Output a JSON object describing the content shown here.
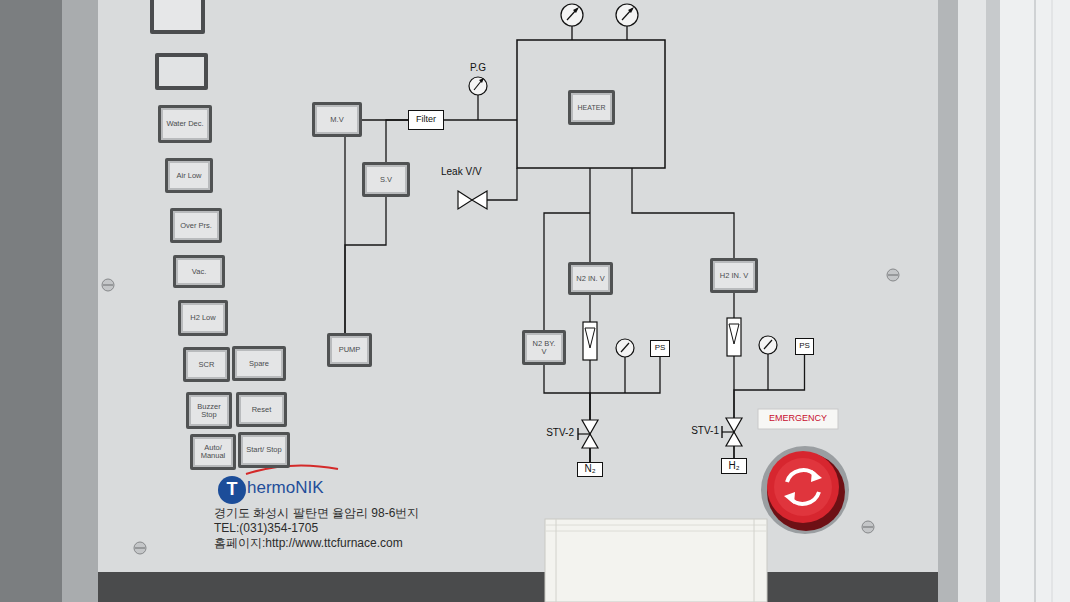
{
  "diagram": {
    "nodes": [
      {
        "text": [
          "Water Dec."
        ]
      },
      {
        "text": [
          "Air Low"
        ]
      },
      {
        "text": [
          "Over Prs."
        ]
      },
      {
        "text": [
          "Vac."
        ]
      },
      {
        "text": [
          "H2 Low"
        ]
      },
      {
        "text": [
          "SCR"
        ]
      },
      {
        "text": [
          "Spare"
        ]
      },
      {
        "text": [
          "Buzzer Stop"
        ]
      },
      {
        "text": [
          "Reset"
        ]
      },
      {
        "text": [
          "Auto/ Manual"
        ]
      },
      {
        "text": [
          "Start/ Stop"
        ]
      },
      {
        "text": [
          "HEATER"
        ]
      },
      {
        "text": [
          "M.V"
        ]
      },
      {
        "text": [
          "Filter"
        ]
      },
      {
        "text": [
          "S.V"
        ]
      },
      {
        "text": [
          "N2 IN. V"
        ]
      },
      {
        "text": [
          "H2 IN. V"
        ]
      },
      {
        "text": [
          "PUMP"
        ]
      },
      {
        "text": [
          "N2 BY. V"
        ]
      },
      {
        "text": [
          "PS"
        ]
      },
      {
        "text": [
          "PS"
        ]
      },
      {
        "text": [
          "N₂"
        ]
      },
      {
        "text": [
          "H₂"
        ]
      }
    ],
    "edges": [
      {
        "from": 17,
        "to": 12,
        "arrow": "none"
      },
      {
        "from": 12,
        "to": 13,
        "arrow": "none"
      },
      {
        "from": 17,
        "to": 14,
        "arrow": "none"
      },
      {
        "from": 14,
        "to": 13,
        "arrow": "none"
      },
      {
        "from": 15,
        "to": 21,
        "arrow": "none"
      },
      {
        "from": 18,
        "to": 21,
        "arrow": "none"
      },
      {
        "from": 19,
        "to": 21,
        "arrow": "none"
      },
      {
        "from": 16,
        "to": 22,
        "arrow": "none"
      },
      {
        "from": 20,
        "to": 22,
        "arrow": "none"
      }
    ],
    "labels": [
      "P.G",
      "Leak V/V",
      "STV-2",
      "STV-1",
      "EMERGENCY",
      "T",
      "hermoNIK",
      "경기도 화성시 팔탄면 율암리 98-6번지",
      "TEL:(031)354-1705",
      "홈페이지:http://www.ttcfurnace.com"
    ]
  }
}
